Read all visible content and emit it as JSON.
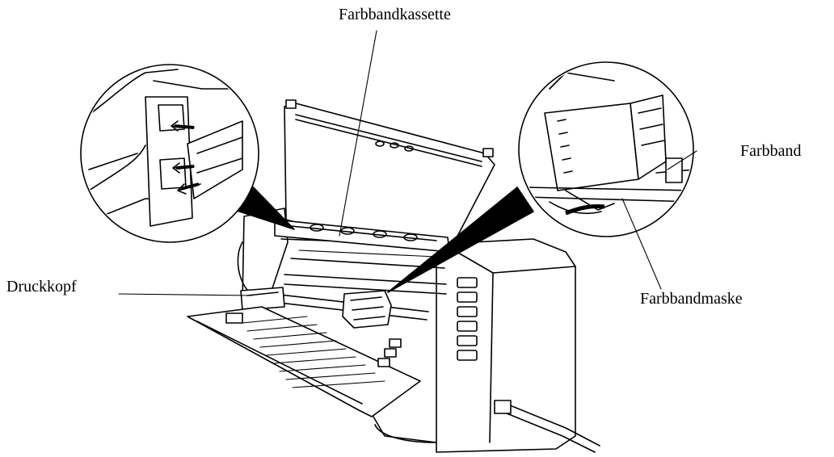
{
  "labels": {
    "ribbon_cassette": "Farbbandkassette",
    "ribbon": "Farbband",
    "print_head": "Druckkopf",
    "ribbon_mask": "Farbbandmaske"
  }
}
